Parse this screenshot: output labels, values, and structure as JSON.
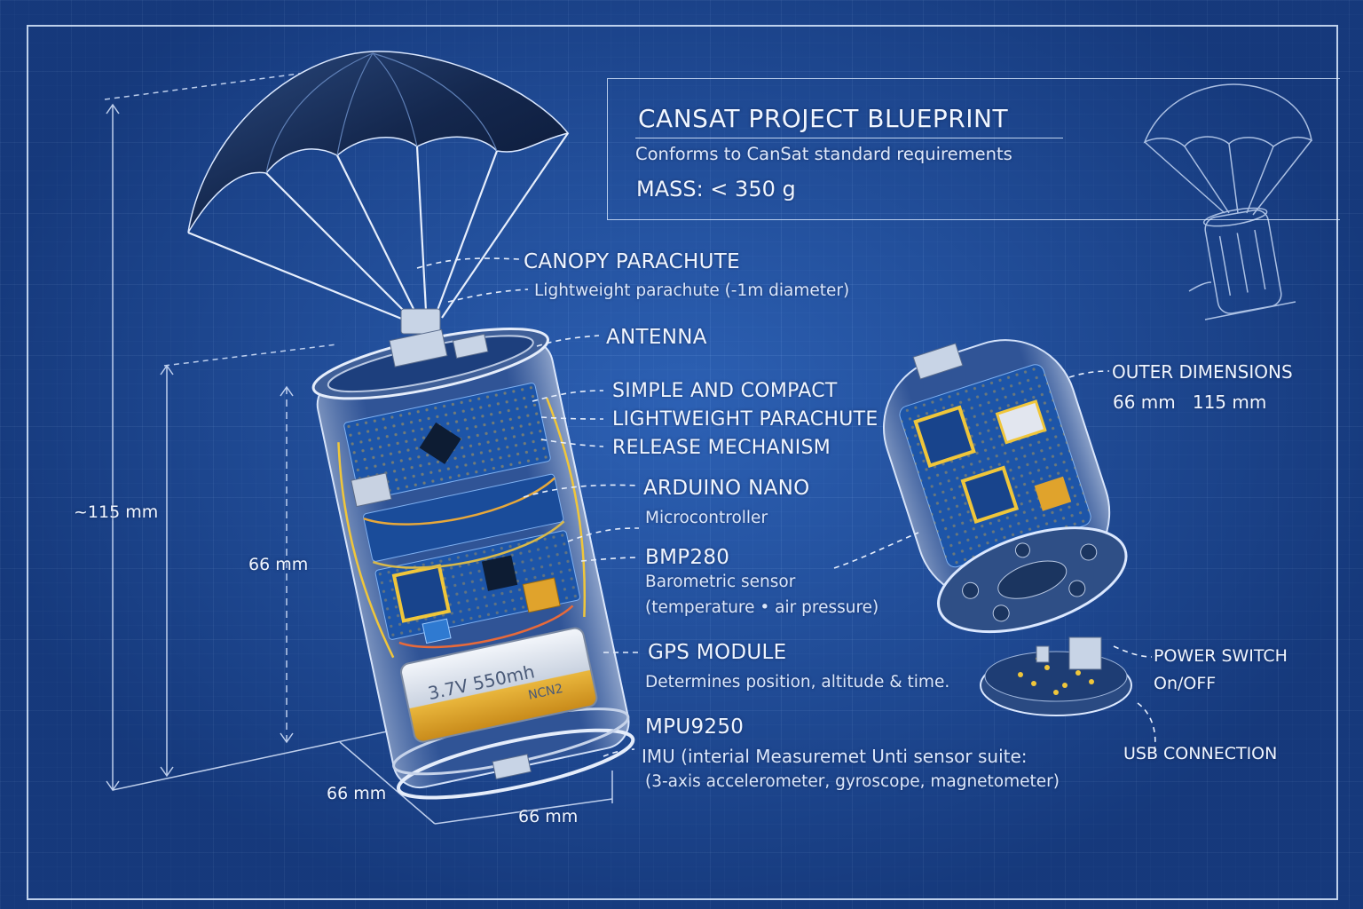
{
  "header": {
    "title": "CANSAT PROJECT BLUEPRINT",
    "subtitle": "Conforms to CanSat standard requirements",
    "mass": "MASS: < 350 g"
  },
  "callouts": {
    "canopy": {
      "title": "CANOPY PARACHUTE",
      "desc": "Lightweight parachute (-1m diameter)"
    },
    "antenna": {
      "title": "ANTENNA"
    },
    "release": {
      "line1": "SIMPLE AND COMPACT",
      "line2": "LIGHTWEIGHT PARACHUTE",
      "line3": "RELEASE MECHANISM"
    },
    "arduino": {
      "title": "ARDUINO NANO",
      "desc": "Microcontroller"
    },
    "bmp280": {
      "title": "BMP280",
      "desc1": "Barometric sensor",
      "desc2": "(temperature • air pressure)"
    },
    "gps": {
      "title": "GPS MODULE",
      "desc": "Determines position, altitude & time."
    },
    "mpu": {
      "title": "MPU9250",
      "desc1": "IMU (interial Measuremet Unti sensor suite:",
      "desc2": "(3-axis accelerometer, gyroscope, magnetometer)"
    },
    "outer": {
      "title": "OUTER DIMENSIONS",
      "values": "66 mm   115 mm"
    },
    "power": {
      "title": "POWER SWITCH",
      "desc": "On/OFF"
    },
    "usb": {
      "title": "USB CONNECTION"
    }
  },
  "dimensions": {
    "height_total": "~115 mm",
    "height_body": "66 mm",
    "diameter_a": "66 mm",
    "diameter_b": "66 mm"
  },
  "battery": {
    "line1": "3.7V 550mh",
    "line2": "NCN2"
  },
  "colors": {
    "background": "#1f4f9f",
    "line": "#dbe8ff",
    "canopy": "#0e1d3a",
    "pcb": "#1d55a8",
    "battery": "#e6ab2e",
    "accent": "#f0c63a"
  }
}
